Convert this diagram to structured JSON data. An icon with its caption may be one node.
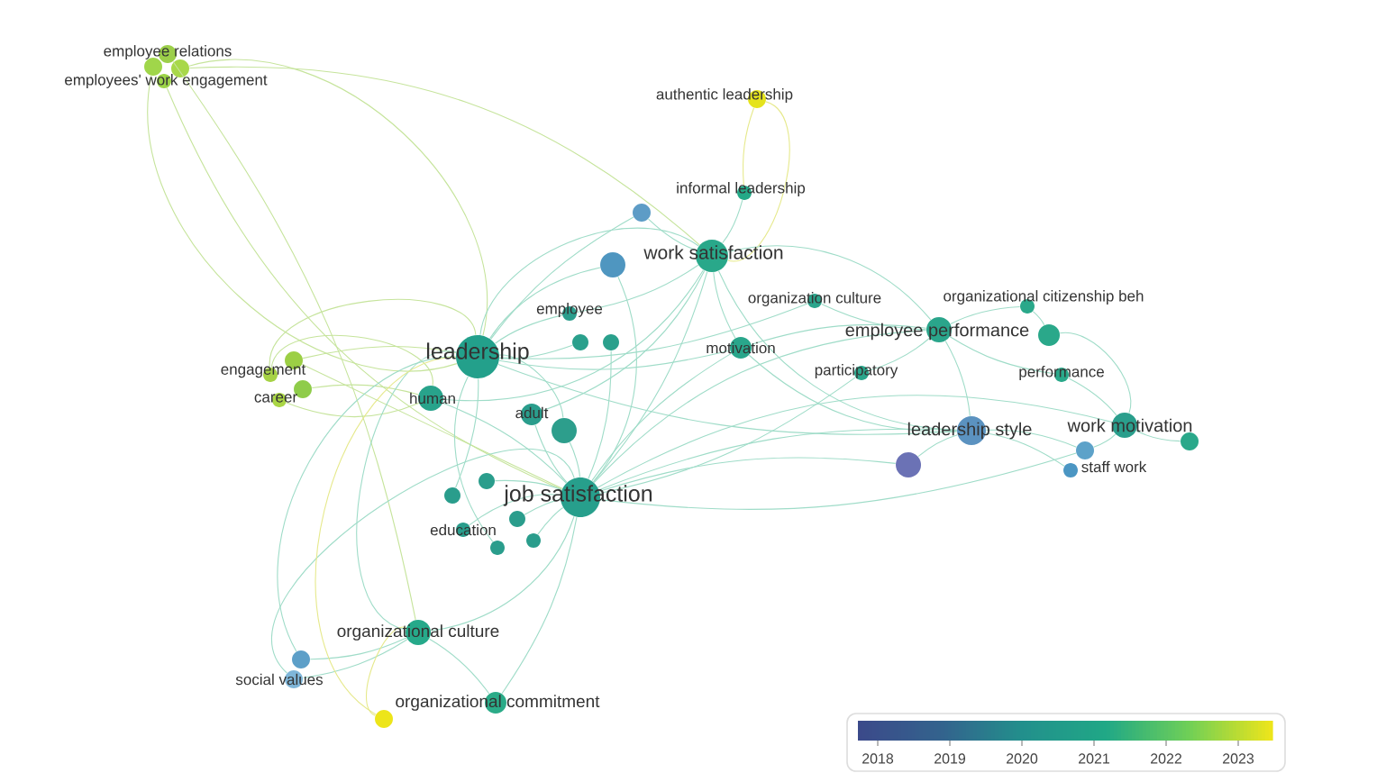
{
  "diagram": {
    "nodes": [
      {
        "text": [
          "employee relations"
        ]
      },
      {
        "text": [],
        "shape": "circle"
      },
      {
        "text": [],
        "shape": "circle"
      },
      {
        "text": [
          "employees' work engagement"
        ]
      },
      {
        "text": [
          "authentic leadership"
        ]
      },
      {
        "text": [
          "informal leadership"
        ]
      },
      {
        "text": [],
        "shape": "circle"
      },
      {
        "text": [
          "work satisfaction"
        ]
      },
      {
        "text": [],
        "shape": "circle"
      },
      {
        "text": [
          "organization culture"
        ]
      },
      {
        "text": [
          "organizational citizenship beh"
        ]
      },
      {
        "text": [
          "employee"
        ]
      },
      {
        "text": [
          "employee performance"
        ]
      },
      {
        "text": [],
        "shape": "circle"
      },
      {
        "text": [],
        "shape": "circle"
      },
      {
        "text": [],
        "shape": "circle"
      },
      {
        "text": [
          "motivation"
        ]
      },
      {
        "text": [
          "leadership"
        ]
      },
      {
        "text": [],
        "shape": "circle"
      },
      {
        "text": [
          "engagement"
        ]
      },
      {
        "text": [
          "participatory"
        ]
      },
      {
        "text": [
          "performance"
        ]
      },
      {
        "text": [],
        "shape": "circle"
      },
      {
        "text": [
          "career"
        ]
      },
      {
        "text": [
          "human"
        ]
      },
      {
        "text": [
          "adult"
        ]
      },
      {
        "text": [
          "work motivation"
        ]
      },
      {
        "text": [
          "leadership style"
        ]
      },
      {
        "text": [],
        "shape": "circle"
      },
      {
        "text": [],
        "shape": "circle"
      },
      {
        "text": [],
        "shape": "circle"
      },
      {
        "text": [
          "staff work"
        ]
      },
      {
        "text": [],
        "shape": "circle"
      },
      {
        "text": [],
        "shape": "circle"
      },
      {
        "text": [
          "job satisfaction"
        ]
      },
      {
        "text": [],
        "shape": "circle"
      },
      {
        "text": [],
        "shape": "circle"
      },
      {
        "text": [
          "education"
        ]
      },
      {
        "text": [],
        "shape": "circle"
      },
      {
        "text": [],
        "shape": "circle"
      },
      {
        "text": [
          "organizational culture"
        ]
      },
      {
        "text": [],
        "shape": "circle"
      },
      {
        "text": [
          "social values"
        ]
      },
      {
        "text": [
          "organizational commitment"
        ]
      },
      {
        "text": [],
        "shape": "circle"
      }
    ],
    "edges": [
      {
        "from": 1,
        "to": 17,
        "arrow": "none",
        "color": "#c6e49c"
      },
      {
        "from": 2,
        "to": 17,
        "arrow": "none",
        "color": "#c6e49c"
      },
      {
        "from": 3,
        "to": 34,
        "arrow": "none",
        "color": "#c6e49c"
      },
      {
        "from": 0,
        "to": 40,
        "arrow": "none",
        "color": "#c6e49c"
      },
      {
        "from": 2,
        "to": 7,
        "arrow": "none",
        "color": "#c6e49c"
      },
      {
        "from": 4,
        "to": 7,
        "arrow": "none",
        "color": "#e6e98c"
      },
      {
        "from": 4,
        "to": 5,
        "arrow": "none",
        "color": "#e6e98c"
      },
      {
        "from": 5,
        "to": 7,
        "arrow": "none"
      },
      {
        "from": 6,
        "to": 7,
        "arrow": "none"
      },
      {
        "from": 6,
        "to": 17,
        "arrow": "none"
      },
      {
        "from": 7,
        "to": 17,
        "arrow": "none"
      },
      {
        "from": 7,
        "to": 34,
        "arrow": "none"
      },
      {
        "from": 7,
        "to": 16,
        "arrow": "none"
      },
      {
        "from": 7,
        "to": 12,
        "arrow": "none"
      },
      {
        "from": 7,
        "to": 27,
        "arrow": "none"
      },
      {
        "from": 7,
        "to": 25,
        "arrow": "none"
      },
      {
        "from": 7,
        "to": 11,
        "arrow": "none"
      },
      {
        "from": 7,
        "to": 24,
        "arrow": "none"
      },
      {
        "from": 8,
        "to": 17,
        "arrow": "none"
      },
      {
        "from": 8,
        "to": 34,
        "arrow": "none"
      },
      {
        "from": 11,
        "to": 17,
        "arrow": "none"
      },
      {
        "from": 14,
        "to": 17,
        "arrow": "none"
      },
      {
        "from": 15,
        "to": 34,
        "arrow": "none"
      },
      {
        "from": 16,
        "to": 17,
        "arrow": "none"
      },
      {
        "from": 16,
        "to": 34,
        "arrow": "none"
      },
      {
        "from": 16,
        "to": 12,
        "arrow": "none"
      },
      {
        "from": 9,
        "to": 12,
        "arrow": "none"
      },
      {
        "from": 9,
        "to": 17,
        "arrow": "none"
      },
      {
        "from": 10,
        "to": 12,
        "arrow": "none"
      },
      {
        "from": 10,
        "to": 13,
        "arrow": "none"
      },
      {
        "from": 12,
        "to": 34,
        "arrow": "none"
      },
      {
        "from": 12,
        "to": 27,
        "arrow": "none"
      },
      {
        "from": 12,
        "to": 21,
        "arrow": "none"
      },
      {
        "from": 12,
        "to": 20,
        "arrow": "none"
      },
      {
        "from": 13,
        "to": 26,
        "arrow": "none"
      },
      {
        "from": 21,
        "to": 26,
        "arrow": "none"
      },
      {
        "from": 26,
        "to": 29,
        "arrow": "none"
      },
      {
        "from": 26,
        "to": 31,
        "arrow": "none"
      },
      {
        "from": 27,
        "to": 30,
        "arrow": "none"
      },
      {
        "from": 27,
        "to": 31,
        "arrow": "none"
      },
      {
        "from": 27,
        "to": 17,
        "arrow": "none"
      },
      {
        "from": 27,
        "to": 34,
        "arrow": "none"
      },
      {
        "from": 30,
        "to": 34,
        "arrow": "none"
      },
      {
        "from": 31,
        "to": 34,
        "arrow": "none"
      },
      {
        "from": 32,
        "to": 27,
        "arrow": "none"
      },
      {
        "from": 18,
        "to": 17,
        "arrow": "none",
        "color": "#c6e49c"
      },
      {
        "from": 19,
        "to": 17,
        "arrow": "none",
        "color": "#c6e49c"
      },
      {
        "from": 22,
        "to": 24,
        "arrow": "none",
        "color": "#c6e49c"
      },
      {
        "from": 23,
        "to": 24,
        "arrow": "none",
        "color": "#c6e49c"
      },
      {
        "from": 19,
        "to": 24,
        "arrow": "none",
        "color": "#c6e49c"
      },
      {
        "from": 18,
        "to": 34,
        "arrow": "none",
        "color": "#c6e49c"
      },
      {
        "from": 24,
        "to": 34,
        "arrow": "none"
      },
      {
        "from": 25,
        "to": 34,
        "arrow": "none"
      },
      {
        "from": 28,
        "to": 34,
        "arrow": "none"
      },
      {
        "from": 28,
        "to": 17,
        "arrow": "none"
      },
      {
        "from": 33,
        "to": 34,
        "arrow": "none"
      },
      {
        "from": 35,
        "to": 17,
        "arrow": "none"
      },
      {
        "from": 36,
        "to": 34,
        "arrow": "none"
      },
      {
        "from": 37,
        "to": 34,
        "arrow": "none"
      },
      {
        "from": 38,
        "to": 34,
        "arrow": "none"
      },
      {
        "from": 39,
        "to": 17,
        "arrow": "none"
      },
      {
        "from": 40,
        "to": 17,
        "arrow": "none"
      },
      {
        "from": 40,
        "to": 34,
        "arrow": "none"
      },
      {
        "from": 40,
        "to": 41,
        "arrow": "none"
      },
      {
        "from": 41,
        "to": 17,
        "arrow": "none"
      },
      {
        "from": 42,
        "to": 40,
        "arrow": "none"
      },
      {
        "from": 42,
        "to": 34,
        "arrow": "none"
      },
      {
        "from": 43,
        "to": 34,
        "arrow": "none"
      },
      {
        "from": 43,
        "to": 40,
        "arrow": "none"
      },
      {
        "from": 44,
        "to": 40,
        "arrow": "none",
        "color": "#e6e98c"
      },
      {
        "from": 44,
        "to": 17,
        "arrow": "none",
        "color": "#e6e98c"
      },
      {
        "from": 20,
        "to": 34,
        "arrow": "none"
      },
      {
        "from": 26,
        "to": 34,
        "arrow": "none"
      },
      {
        "from": 16,
        "to": 27,
        "arrow": "none"
      }
    ],
    "labels": [
      "2018",
      "2019",
      "2020",
      "2021",
      "2022",
      "2023"
    ]
  }
}
